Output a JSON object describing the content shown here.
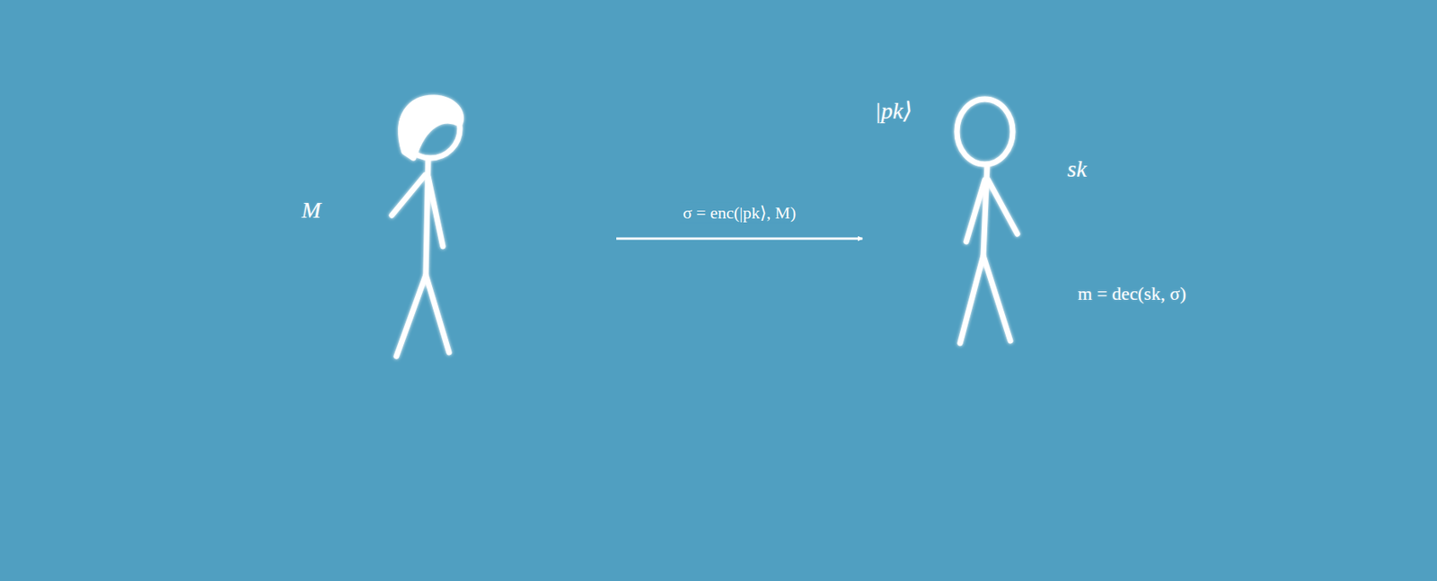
{
  "diagram": {
    "nodes": [
      {
        "text": [
          "M"
        ]
      },
      {
        "text": [
          "|pk⟩",
          "sk",
          "m = dec(sk, σ)"
        ]
      }
    ],
    "edges": [
      {
        "from": 0,
        "to": 1,
        "arrow": "to",
        "label": "σ = enc(|pk⟩, M)"
      }
    ]
  }
}
